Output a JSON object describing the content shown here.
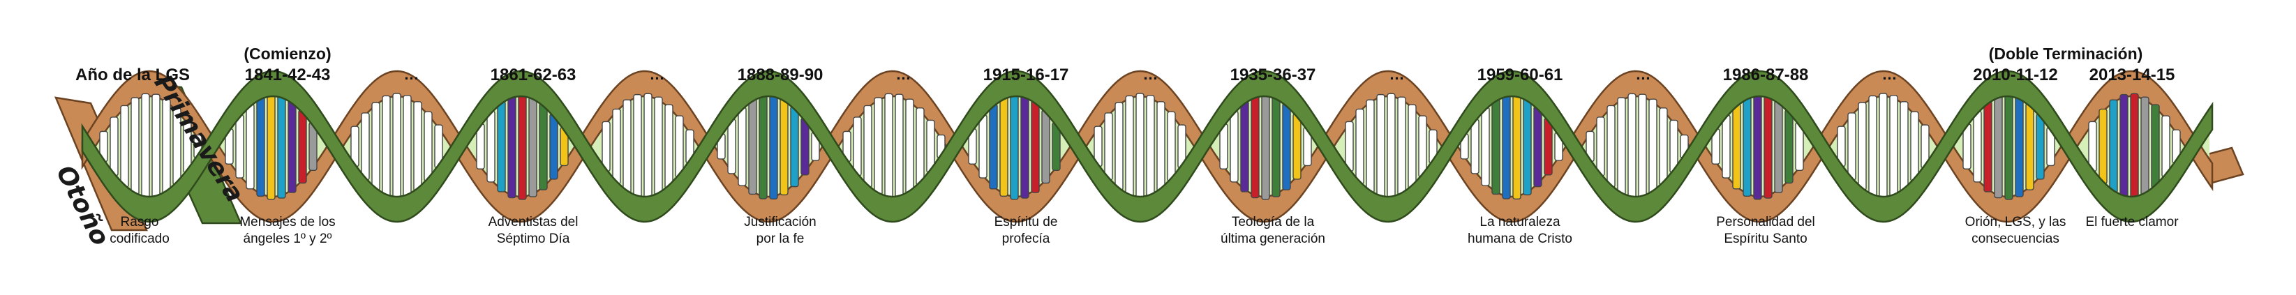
{
  "legend": {
    "header_title": "Año de la LGS",
    "row_caption": "Rasgo\ncodificado",
    "strand_autumn": "Otoño",
    "strand_spring": "Primavera"
  },
  "brackets": {
    "start": "(Comienzo)",
    "end": "(Doble Terminación)"
  },
  "ellipsis": "…",
  "milestones": [
    {
      "years": "1841-42-43",
      "trait": "Mensajes de los\nángeles 1º y 2º"
    },
    {
      "years": "1861-62-63",
      "trait": "Adventistas del\nSéptimo Día"
    },
    {
      "years": "1888-89-90",
      "trait": "Justificación\npor la fe"
    },
    {
      "years": "1915-16-17",
      "trait": "Espíritu de\nprofecía"
    },
    {
      "years": "1935-36-37",
      "trait": "Teología de la\núltima generación"
    },
    {
      "years": "1959-60-61",
      "trait": "La naturaleza\nhumana de Cristo"
    },
    {
      "years": "1986-87-88",
      "trait": "Personalidad del\nEspíritu Santo"
    },
    {
      "years": "2010-11-12",
      "trait": "Orión, LGS, y las\nconsecuencias"
    },
    {
      "years": "2013-14-15",
      "trait": "El fuerte clamor"
    }
  ],
  "colors": {
    "green_strand": "#5d8a3a",
    "green_outline": "#2f4a1c",
    "brown_strand": "#c98a55",
    "brown_outline": "#6b4322",
    "light_green_fill": "#d6efb8",
    "rung_white": "#ffffff",
    "rung_gray": "#9a9a9a",
    "rung_green": "#3f7f3a",
    "blue": "#1f6fc0",
    "yellow": "#f2c318",
    "teal": "#1fa0c6",
    "purple": "#5b2a99",
    "red": "#c8202a"
  }
}
